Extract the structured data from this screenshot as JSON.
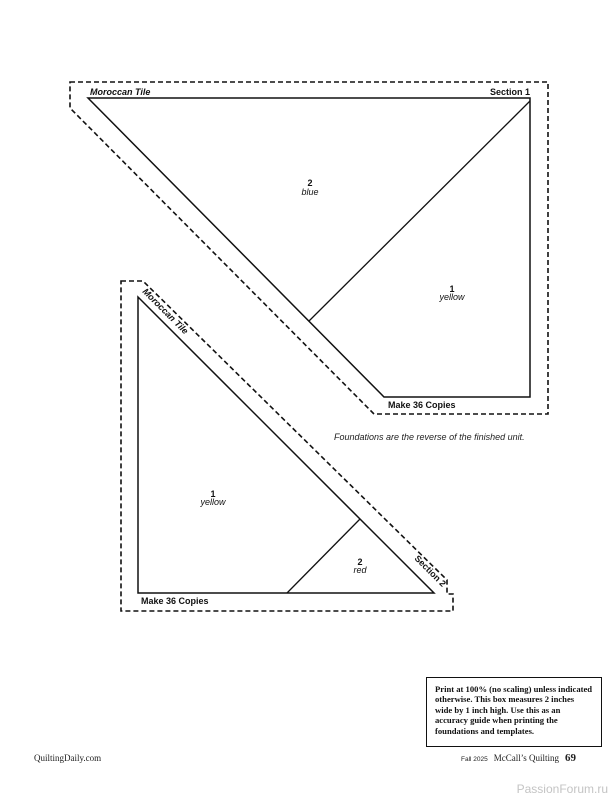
{
  "section1": {
    "title": "Moroccan Tile",
    "section_label": "Section 1",
    "pieces": [
      {
        "number": "2",
        "color": "blue"
      },
      {
        "number": "1",
        "color": "yellow"
      }
    ],
    "copies": "Make 36 Copies"
  },
  "section2": {
    "title": "Moroccan Tile",
    "section_label": "Section 2",
    "pieces": [
      {
        "number": "1",
        "color": "yellow"
      },
      {
        "number": "2",
        "color": "red"
      }
    ],
    "copies": "Make 36 Copies"
  },
  "note": "Foundations are the reverse of the finished unit.",
  "print_box": "Print at 100% (no scaling) unless indicated otherwise. This box measures 2 inches wide by 1 inch high. Use this as an accuracy guide when printing the foundations and templates.",
  "footer": {
    "site": "QuiltingDaily.com",
    "issue": "Fall 2025",
    "magazine": "McCall’s Quilting",
    "page": "69"
  },
  "watermark": "PassionForum.ru"
}
